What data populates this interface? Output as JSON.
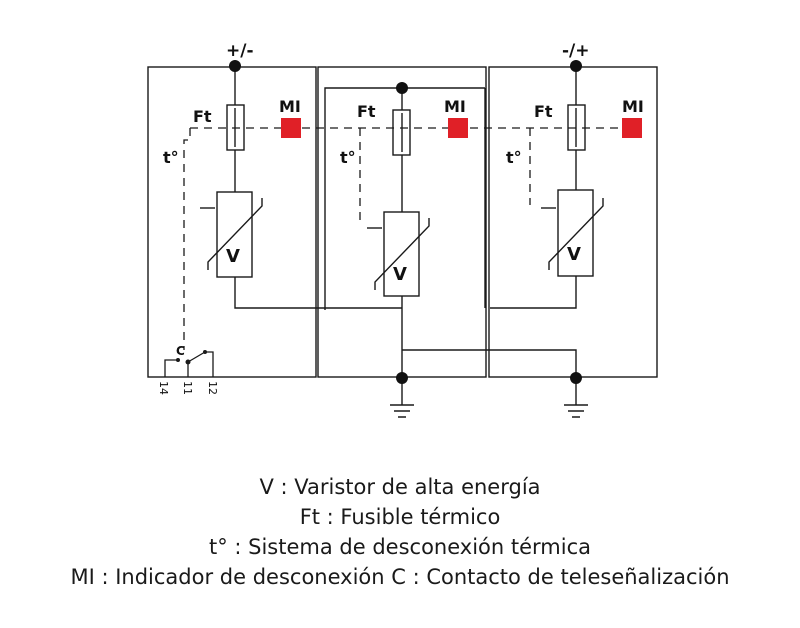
{
  "terminals": {
    "left": "+/-",
    "right": "-/+"
  },
  "modules": [
    {
      "fuse_label": "Ft",
      "indicator_label": "MI",
      "thermal_label": "t°",
      "varistor_label": "V"
    },
    {
      "fuse_label": "Ft",
      "indicator_label": "MI",
      "thermal_label": "t°",
      "varistor_label": "V"
    },
    {
      "fuse_label": "Ft",
      "indicator_label": "MI",
      "thermal_label": "t°",
      "varistor_label": "V"
    }
  ],
  "contact": {
    "label": "C",
    "pins": [
      "14",
      "11",
      "12"
    ]
  },
  "colors": {
    "indicator": "#e02027",
    "line": "#1a1a1a"
  },
  "legend": [
    "V : Varistor de alta energía",
    "Ft : Fusible térmico",
    "t° : Sistema de desconexión térmica",
    "MI : Indicador de desconexión C : Contacto de teleseñalización"
  ]
}
